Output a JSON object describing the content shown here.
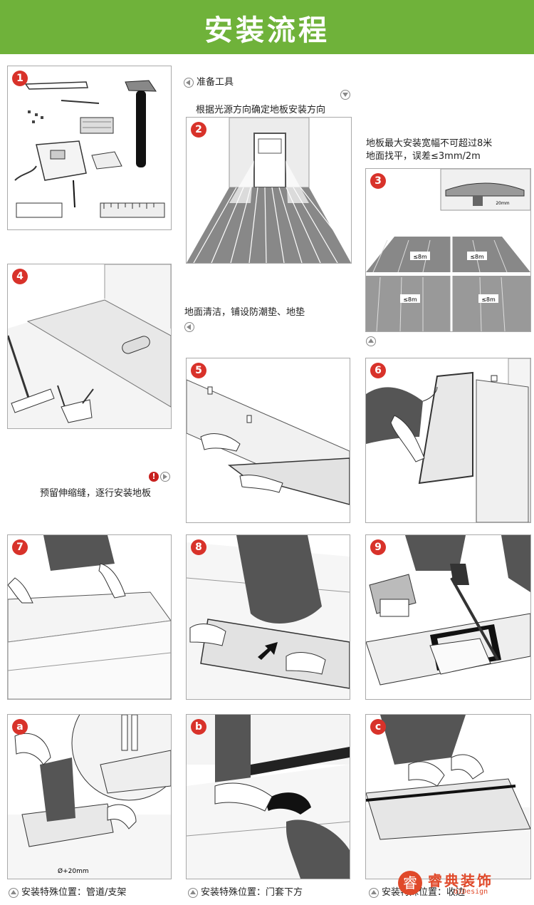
{
  "header": {
    "title": "安装流程"
  },
  "colors": {
    "banner": "#6fb23a",
    "badge": "#d8322a",
    "logo": "#e0492a"
  },
  "steps": [
    {
      "badge": "1",
      "caption": "准备工具"
    },
    {
      "badge": "2",
      "caption": "根据光源方向确定地板安装方向"
    },
    {
      "badge": "3",
      "caption_line1": "地板最大安装宽幅不可超过8米",
      "caption_line2": "地面找平，误差≤3mm/2m",
      "labels": [
        "≤8m",
        "≤8m",
        "≤8m",
        "≤8m"
      ],
      "detail_label": "20mm"
    },
    {
      "badge": "4",
      "caption": "地面清洁，铺设防潮垫、地垫"
    },
    {
      "badge": "5"
    },
    {
      "badge": "6",
      "caption": "预留伸缩缝，逐行安装地板"
    },
    {
      "badge": "7"
    },
    {
      "badge": "8"
    },
    {
      "badge": "9"
    },
    {
      "badge": "a",
      "caption": "安装特殊位置：管道/支架",
      "detail_label": "Ø+20mm"
    },
    {
      "badge": "b",
      "caption": "安装特殊位置：门套下方"
    },
    {
      "badge": "c",
      "caption": "安装特殊位置：收边"
    }
  ],
  "logo": {
    "mark": "睿",
    "name": "睿典装饰",
    "sub": "diDesign"
  }
}
